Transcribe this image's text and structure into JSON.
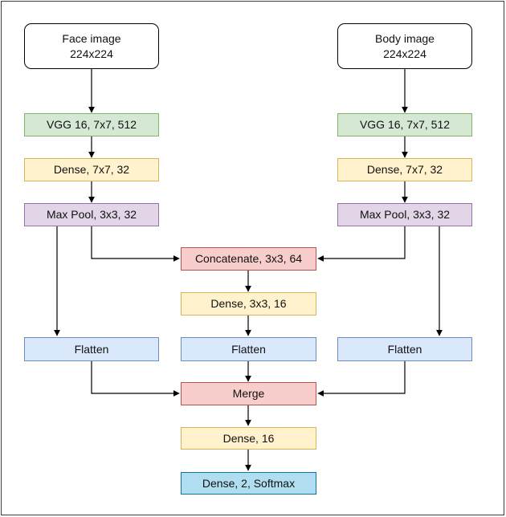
{
  "nodes": {
    "face_input": {
      "line1": "Face image",
      "line2": "224x224"
    },
    "body_input": {
      "line1": "Body image",
      "line2": "224x224"
    },
    "vgg_left": "VGG 16, 7x7, 512",
    "vgg_right": "VGG 16, 7x7, 512",
    "dense_left": "Dense, 7x7, 32",
    "dense_right": "Dense, 7x7, 32",
    "pool_left": "Max Pool, 3x3, 32",
    "pool_right": "Max Pool, 3x3, 32",
    "concat": "Concatenate, 3x3, 64",
    "dense_mid": "Dense, 3x3, 16",
    "flatten_left": "Flatten",
    "flatten_mid": "Flatten",
    "flatten_right": "Flatten",
    "merge": "Merge",
    "dense_16": "Dense, 16",
    "output": "Dense, 2, Softmax"
  },
  "colors": {
    "input_fill": "#ffffff",
    "vgg_fill": "#d5e8d4",
    "dense_fill": "#fff2cc",
    "pool_fill": "#e1d5e7",
    "merge_fill": "#f8cecc",
    "flatten_fill": "#dae8fc",
    "output_fill": "#b1ddf0"
  }
}
